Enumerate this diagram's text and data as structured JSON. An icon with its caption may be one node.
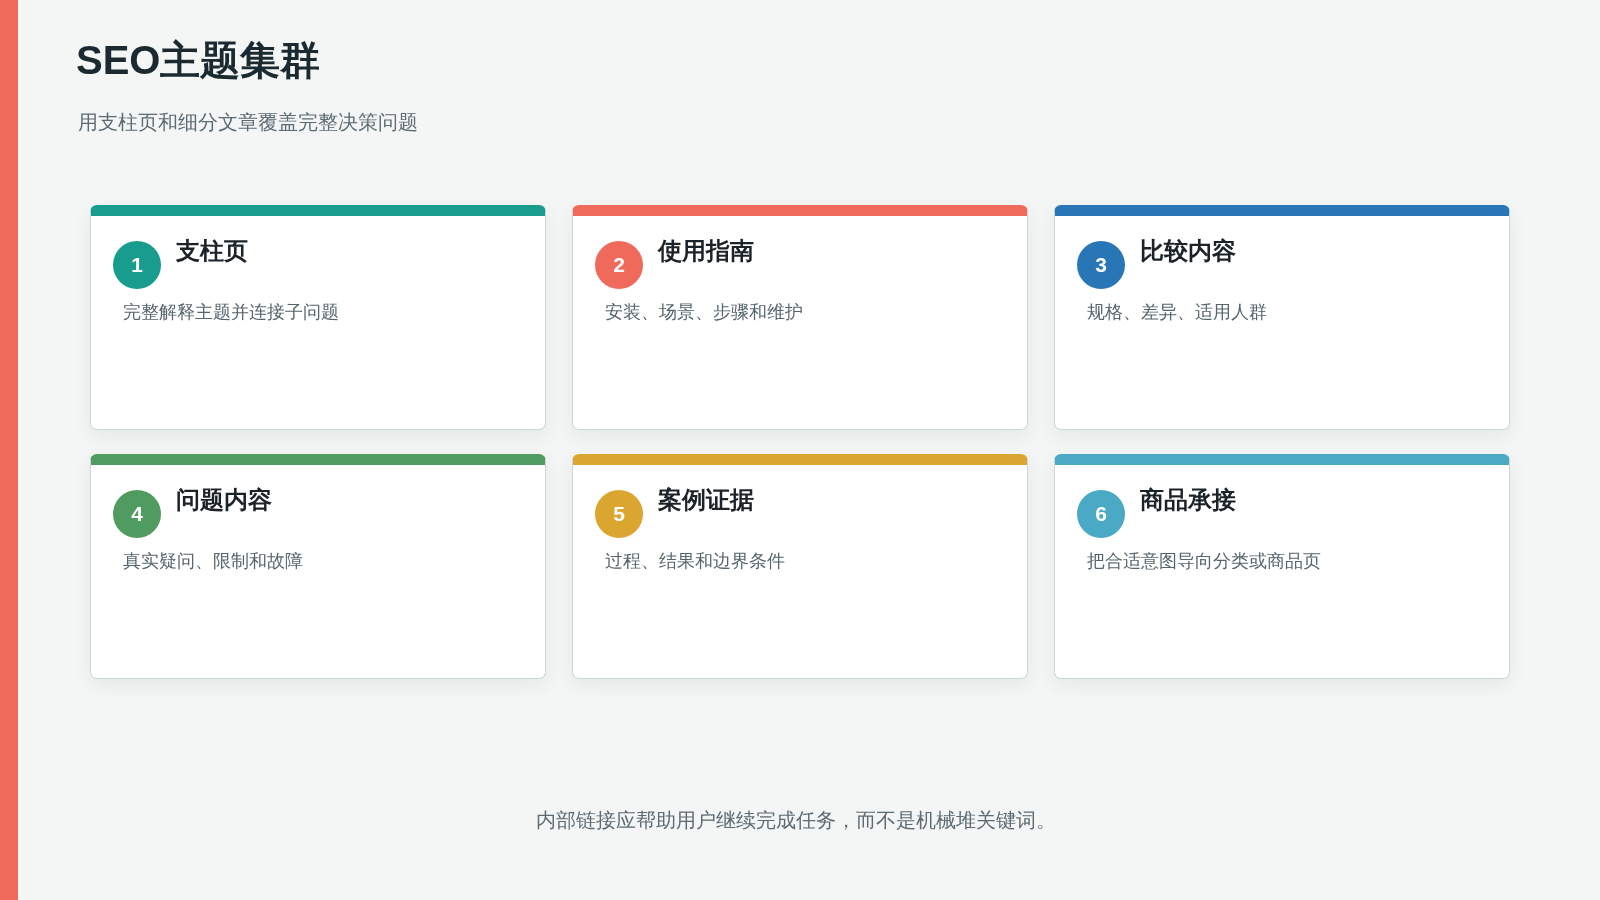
{
  "diagram": {
    "title": "SEO主题集群",
    "nodes": [
      {
        "text": [
          "支柱页",
          "完整解释主题并连接子问题"
        ]
      },
      {
        "text": [
          "1"
        ],
        "in": 0
      },
      {
        "text": [
          "使用指南",
          "安装、场景、步骤和维护"
        ]
      },
      {
        "text": [
          "2"
        ],
        "in": 2
      },
      {
        "text": [
          "比较内容",
          "规格、差异、适用人群"
        ]
      },
      {
        "text": [
          "3"
        ],
        "in": 4
      },
      {
        "text": [
          "问题内容",
          "真实疑问、限制和故障"
        ]
      },
      {
        "text": [
          "4"
        ],
        "in": 6
      },
      {
        "text": [
          "案例证据",
          "过程、结果和边界条件"
        ]
      },
      {
        "text": [
          "5"
        ],
        "in": 8
      },
      {
        "text": [
          "商品承接",
          "把合适意图导向分类或商品页"
        ]
      },
      {
        "text": [
          "6"
        ],
        "in": 10
      }
    ],
    "edges": [],
    "labels": [
      "用支柱页和细分文章覆盖完整决策问题"
    ],
    "caption": "内部链接应帮助用户继续完成任务，而不是机械堆关键词。"
  }
}
